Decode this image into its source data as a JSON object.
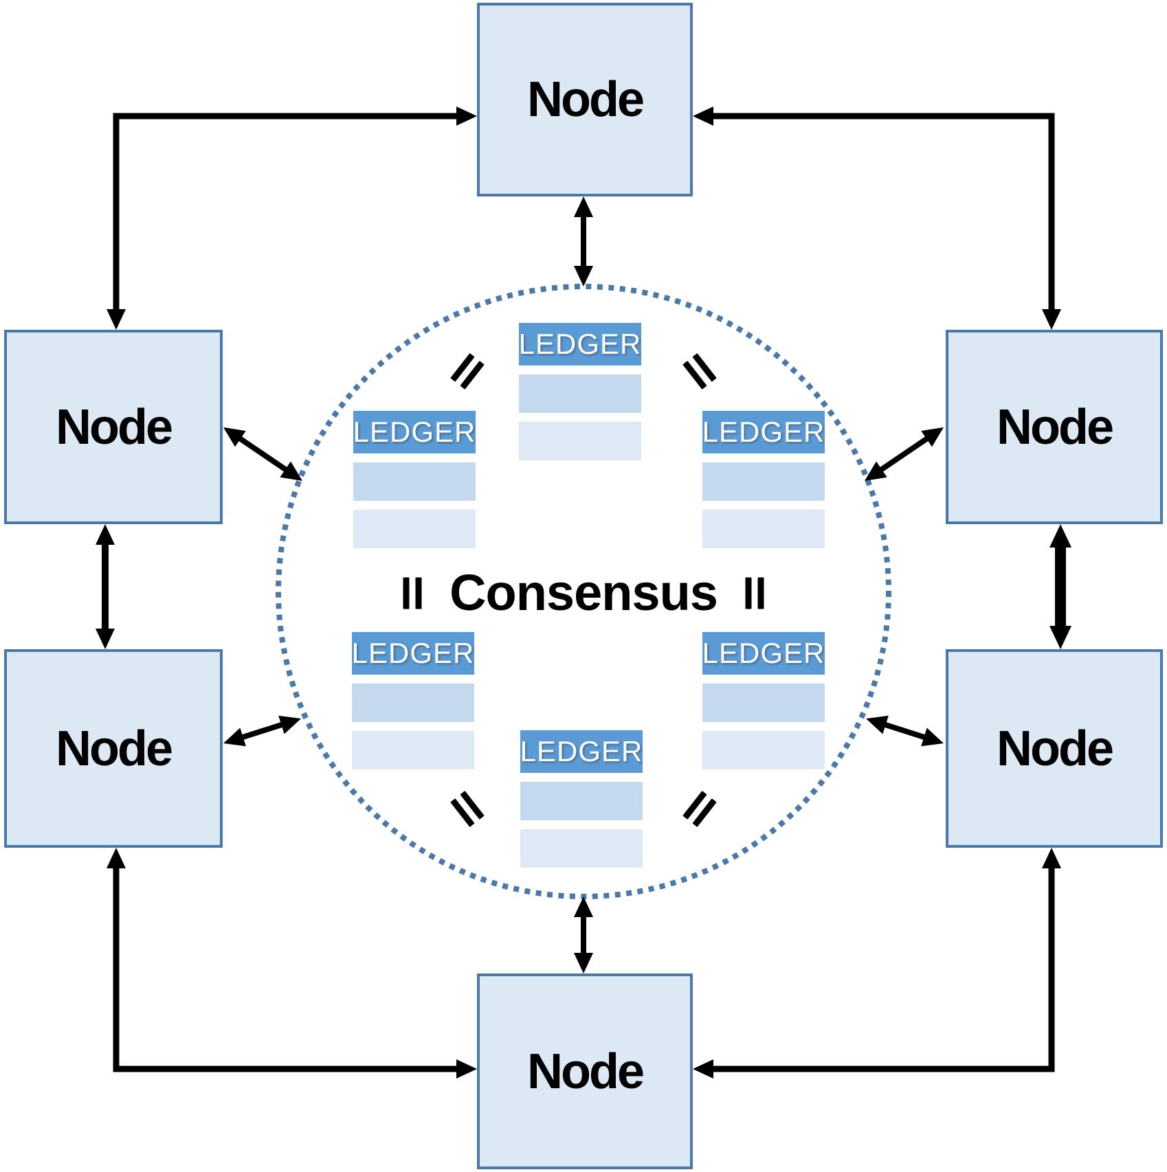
{
  "nodes": [
    {
      "id": "top",
      "label": "Node"
    },
    {
      "id": "upper-left",
      "label": "Node"
    },
    {
      "id": "upper-right",
      "label": "Node"
    },
    {
      "id": "lower-left",
      "label": "Node"
    },
    {
      "id": "lower-right",
      "label": "Node"
    },
    {
      "id": "bottom",
      "label": "Node"
    }
  ],
  "consensus": {
    "label": "Consensus"
  },
  "ledgers": [
    {
      "id": "top-center",
      "label": "LEDGER"
    },
    {
      "id": "upper-left",
      "label": "LEDGER"
    },
    {
      "id": "upper-right",
      "label": "LEDGER"
    },
    {
      "id": "lower-left",
      "label": "LEDGER"
    },
    {
      "id": "lower-right",
      "label": "LEDGER"
    },
    {
      "id": "bottom-center",
      "label": "LEDGER"
    }
  ],
  "colors": {
    "node_fill": "#dce8f4",
    "node_border": "#4a79a9",
    "ledger_header": "#5b9bd5",
    "ledger_row_medium": "#c5d9ee",
    "ledger_row_light": "#dfe9f5",
    "circle_dots": "#4a79a9",
    "arrow": "#000000",
    "ledger_text": "#ffffff",
    "label_text": "#000000"
  }
}
